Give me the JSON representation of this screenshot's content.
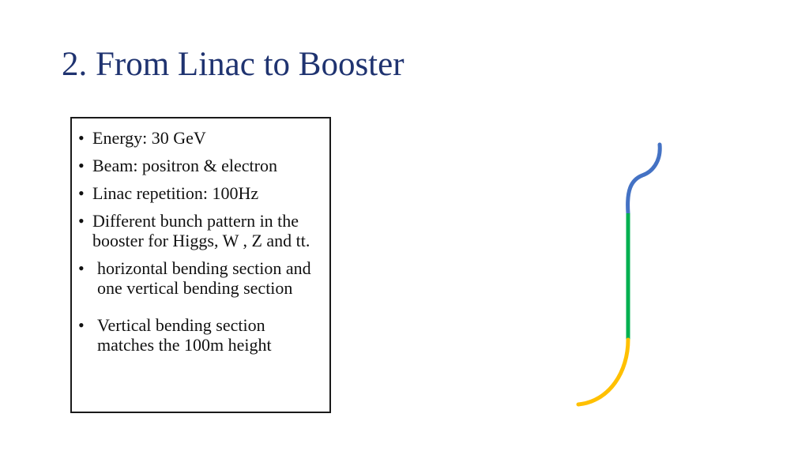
{
  "title": "2. From Linac to Booster",
  "bullets": [
    {
      "text": "Energy: 30 GeV"
    },
    {
      "text": "Beam: positron & electron"
    },
    {
      "text": "Linac repetition: 100Hz"
    },
    {
      "text": "Different bunch pattern in the booster for Higgs, W , Z and tt."
    },
    {
      "text": "horizontal bending section and one vertical bending section"
    },
    {
      "text": "Vertical bending section matches the 100m height"
    }
  ],
  "bullet_glyph": "•",
  "transfer_line": {
    "segments": [
      {
        "name": "top-bend",
        "color": "#4472c4"
      },
      {
        "name": "straight",
        "color": "#00b050"
      },
      {
        "name": "bottom-bend",
        "color": "#ffc000"
      }
    ]
  }
}
